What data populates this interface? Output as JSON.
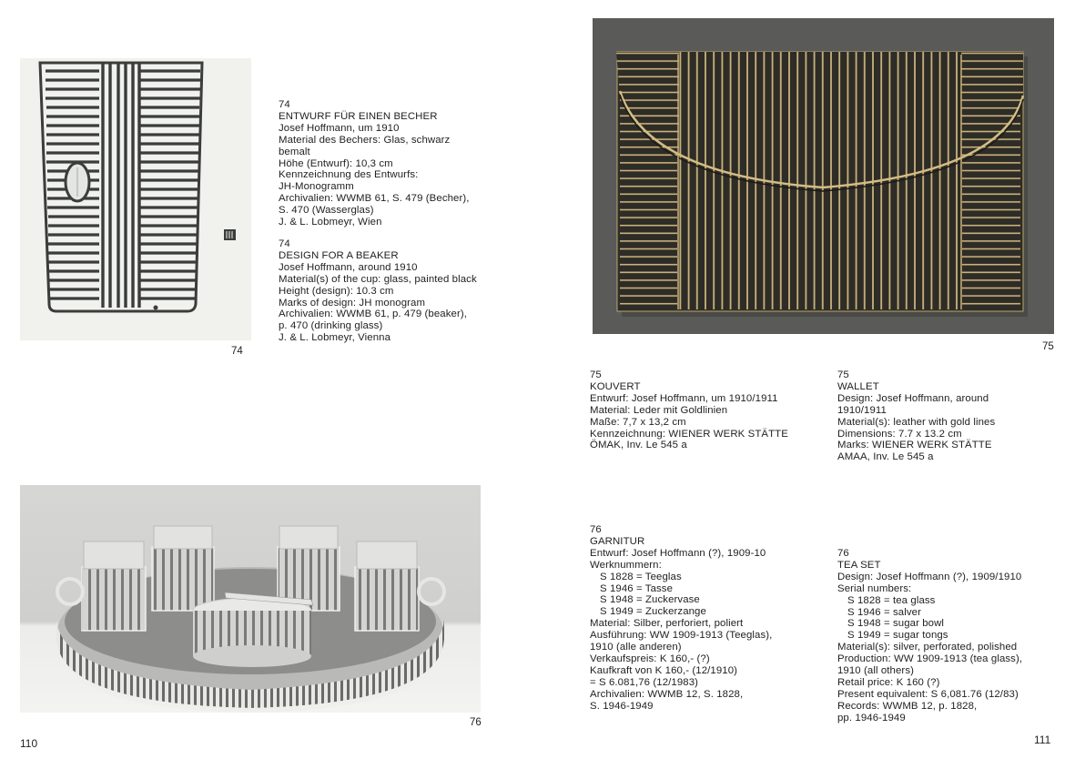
{
  "left_page": {
    "page_number": "110",
    "figure_74": {
      "label": "74",
      "image_icon": "beaker-design-drawing",
      "caption_de": {
        "number": "74",
        "title": "ENTWURF FÜR EINEN BECHER",
        "lines": [
          "Josef Hoffmann, um 1910",
          "Material des Bechers: Glas, schwarz",
          "bemalt",
          "Höhe (Entwurf): 10,3 cm",
          "Kennzeichnung des Entwurfs:",
          "JH-Monogramm",
          "Archivalien: WWMB 61, S. 479 (Becher),",
          "S. 470 (Wasserglas)",
          "J. & L. Lobmeyr, Wien"
        ]
      },
      "caption_en": {
        "number": "74",
        "title": "DESIGN FOR A BEAKER",
        "lines": [
          "Josef Hoffmann, around 1910",
          "Material(s) of the cup: glass, painted black",
          "Height (design): 10.3 cm",
          "Marks of design: JH monogram",
          "Archivalien: WWMB 61, p. 479 (beaker),",
          "p. 470 (drinking glass)",
          "J. & L. Lobmeyr, Vienna"
        ]
      }
    },
    "figure_76": {
      "label": "76",
      "image_icon": "silver-tea-set-photo"
    }
  },
  "right_page": {
    "page_number": "111",
    "figure_75": {
      "label": "75",
      "image_icon": "leather-wallet-photo",
      "colors": {
        "background": "#5a5b59",
        "leather": "#2e2c27",
        "gold": "#c9b27a"
      },
      "caption_de": {
        "number": "75",
        "title": "KOUVERT",
        "lines": [
          "Entwurf: Josef Hoffmann, um 1910/1911",
          "Material: Leder mit Goldlinien",
          "Maße: 7,7 x 13,2 cm",
          "Kennzeichnung: WIENER WERK STÄTTE",
          "ÖMAK, Inv. Le 545 a"
        ]
      },
      "caption_en": {
        "number": "75",
        "title": "WALLET",
        "lines": [
          "Design: Josef Hoffmann, around",
          "1910/1911",
          "Material(s): leather with gold lines",
          "Dimensions: 7.7 x 13.2 cm",
          "Marks: WIENER WERK STÄTTE",
          "AMAA, Inv. Le 545 a"
        ]
      }
    },
    "figure_76_captions": {
      "caption_de": {
        "number": "76",
        "title": "GARNITUR",
        "intro": [
          "Entwurf: Josef Hoffmann (?), 1909-10",
          "Werknummern:"
        ],
        "items": [
          "S 1828 = Teeglas",
          "S 1946 = Tasse",
          "S 1948 = Zuckervase",
          "S 1949 = Zuckerzange"
        ],
        "lines": [
          "Material: Silber, perforiert, poliert",
          "Ausführung: WW 1909-1913 (Teeglas),",
          "1910 (alle anderen)",
          "Verkaufspreis: K 160,- (?)",
          "Kaufkraft von K 160,- (12/1910)",
          "= S 6.081,76 (12/1983)",
          "Archivalien: WWMB 12, S. 1828,",
          "S. 1946-1949"
        ]
      },
      "caption_en": {
        "number": "76",
        "title": "TEA SET",
        "intro": [
          "Design: Josef Hoffmann (?), 1909/1910",
          "Serial numbers:"
        ],
        "items": [
          "S 1828 = tea glass",
          "S 1946 = salver",
          "S 1948 = sugar bowl",
          "S 1949 = sugar tongs"
        ],
        "lines": [
          "Material(s): silver, perforated, polished",
          "Production: WW 1909-1913 (tea glass),",
          "1910 (all others)",
          "Retail price: K 160 (?)",
          "Present equivalent: S 6,081.76 (12/83)",
          "Records: WWMB 12, p. 1828,",
          "pp. 1946-1949"
        ]
      }
    }
  }
}
